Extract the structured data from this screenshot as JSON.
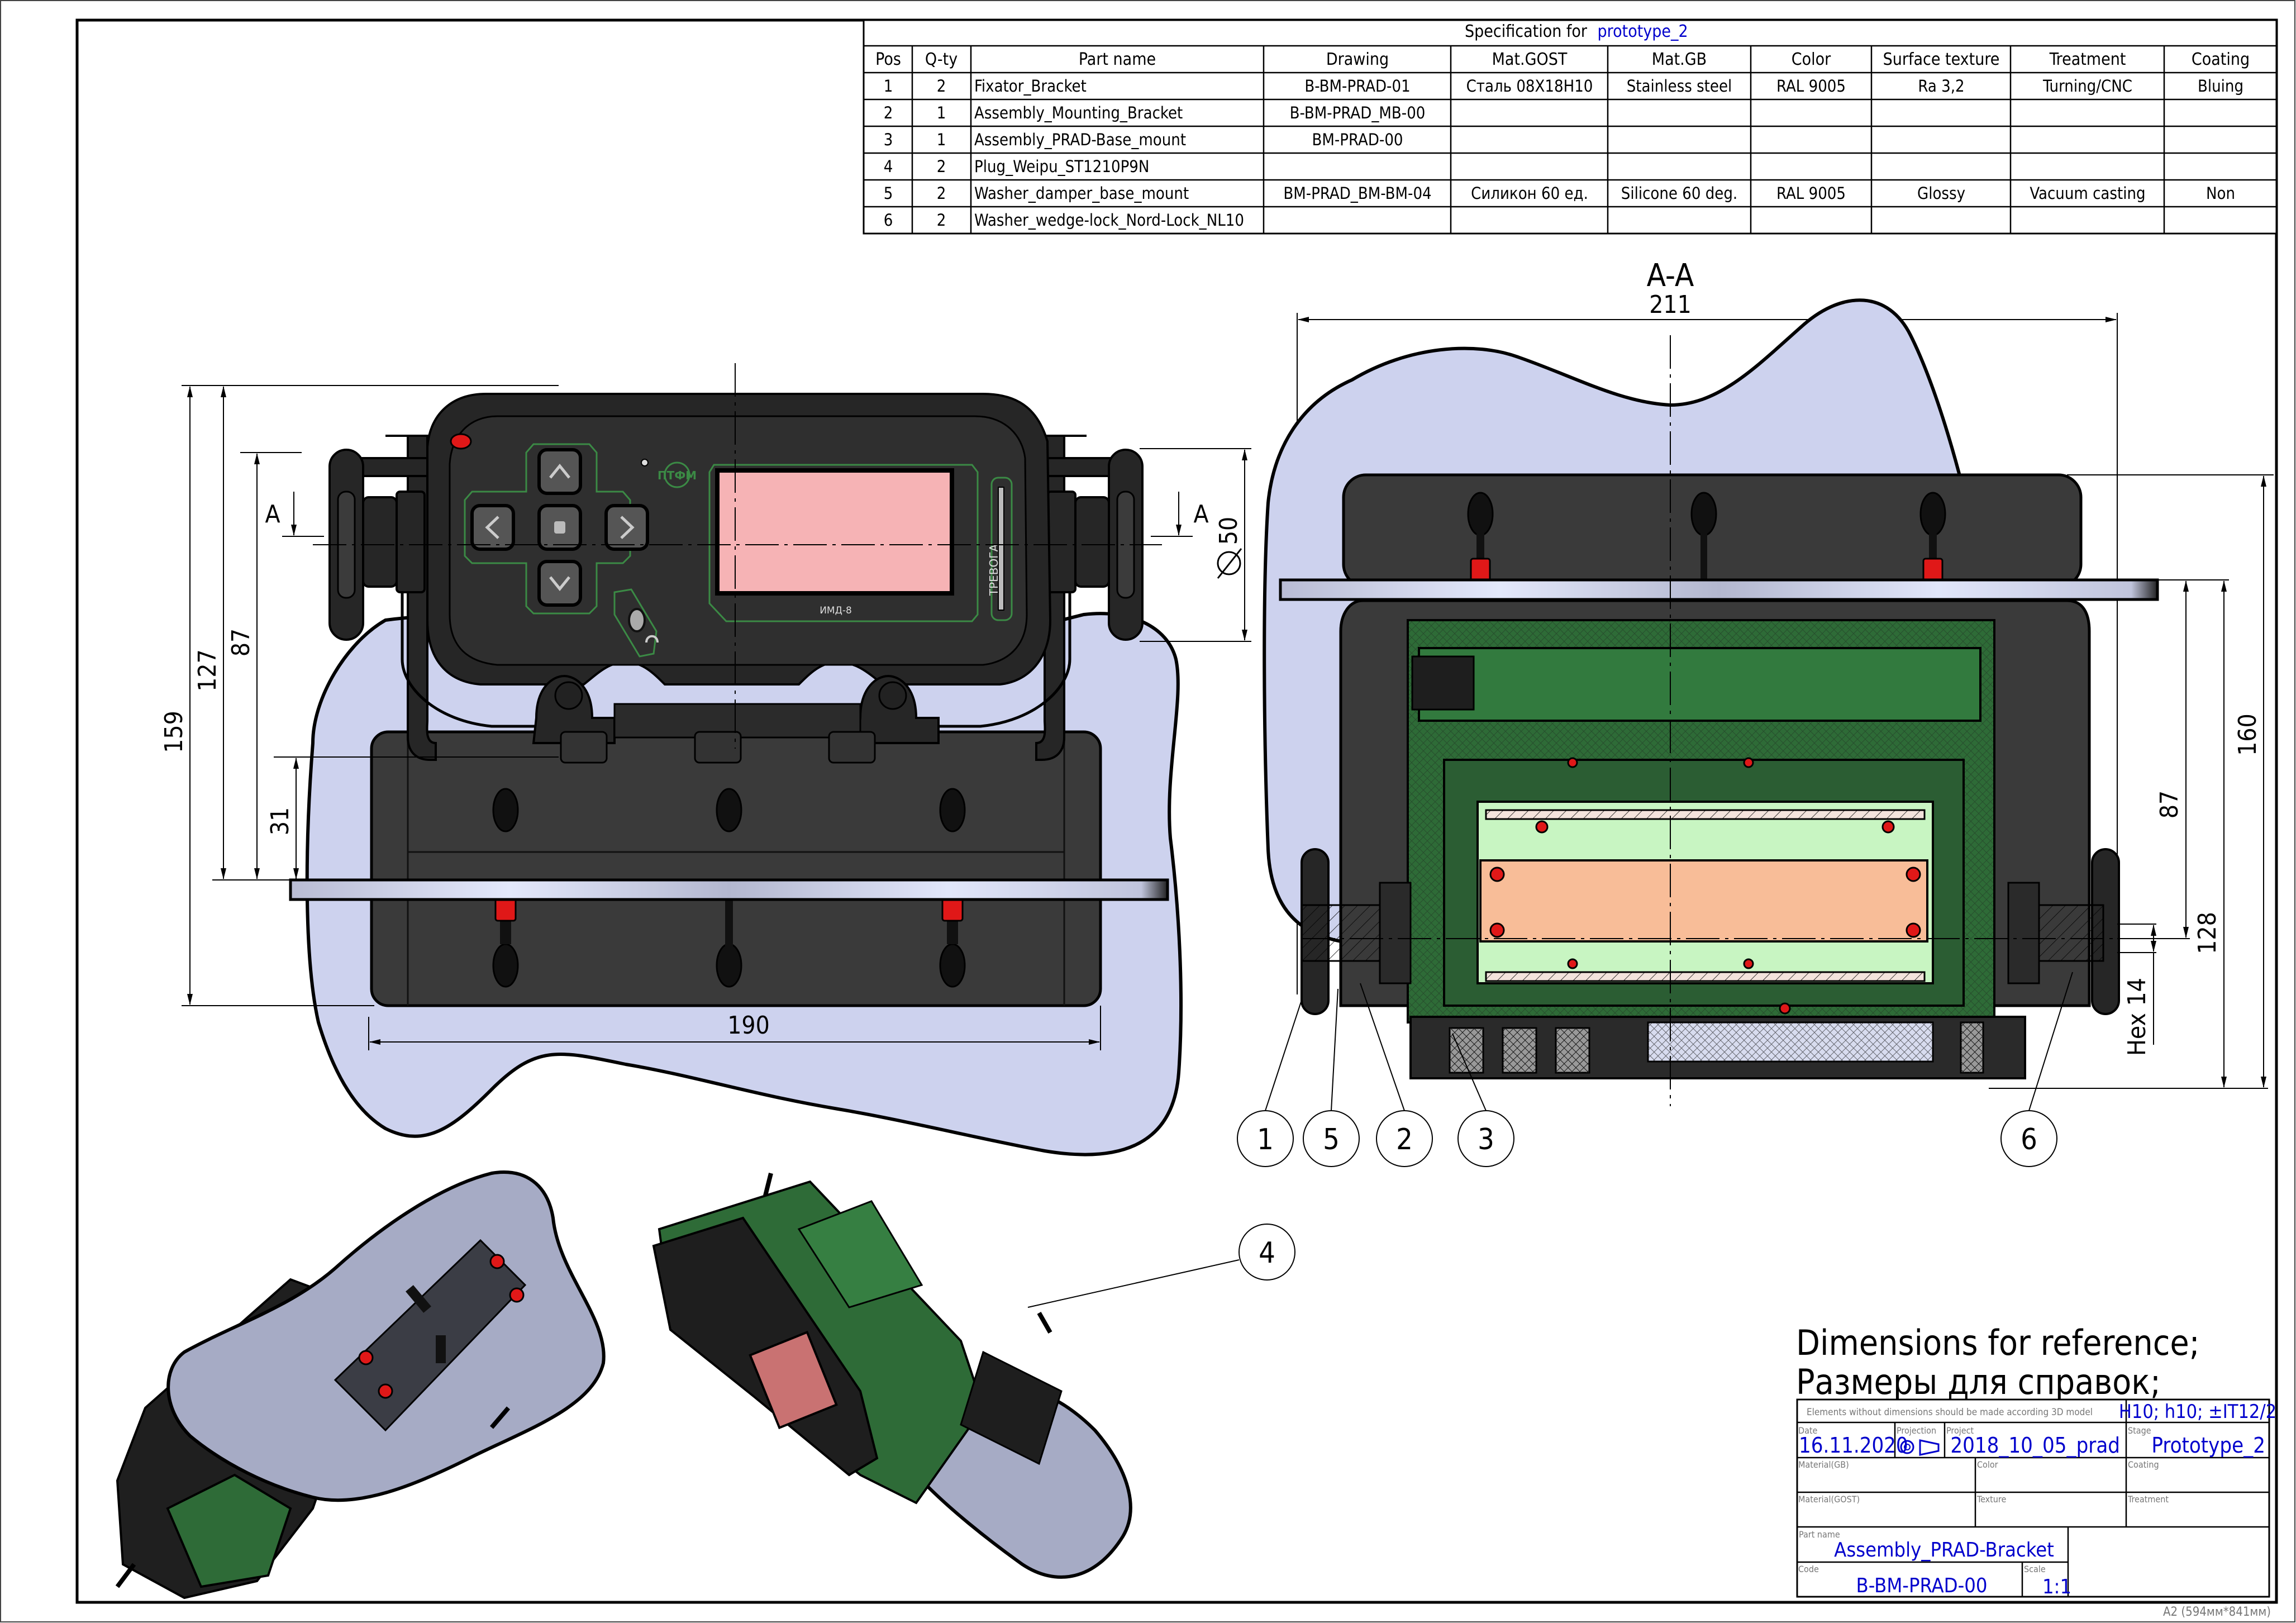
{
  "sheet": {
    "format_label": "A2 (594мм*841мм)"
  },
  "specification": {
    "title_prefix": "Specification for",
    "title_name": "prototype_2",
    "headers": [
      "Pos",
      "Q-ty",
      "Part name",
      "Drawing",
      "Mat.GOST",
      "Mat.GB",
      "Color",
      "Surface texture",
      "Treatment",
      "Coating"
    ],
    "rows": [
      {
        "pos": "1",
        "qty": "2",
        "part": "Fixator_Bracket",
        "drawing": "B-BM-PRAD-01",
        "mat_gost": "Сталь 08X18H10",
        "mat_gb": "Stainless steel",
        "color": "RAL 9005",
        "texture": "Ra 3,2",
        "treatment": "Turning/CNC",
        "coating": "Bluing"
      },
      {
        "pos": "2",
        "qty": "1",
        "part": "Assembly_Mounting_Bracket",
        "drawing": "B-BM-PRAD_MB-00",
        "mat_gost": "",
        "mat_gb": "",
        "color": "",
        "texture": "",
        "treatment": "",
        "coating": ""
      },
      {
        "pos": "3",
        "qty": "1",
        "part": "Assembly_PRAD-Base_mount",
        "drawing": "BM-PRAD-00",
        "mat_gost": "",
        "mat_gb": "",
        "color": "",
        "texture": "",
        "treatment": "",
        "coating": ""
      },
      {
        "pos": "4",
        "qty": "2",
        "part": "Plug_Weipu_ST1210P9N",
        "drawing": "",
        "mat_gost": "",
        "mat_gb": "",
        "color": "",
        "texture": "",
        "treatment": "",
        "coating": ""
      },
      {
        "pos": "5",
        "qty": "2",
        "part": "Washer_damper_base_mount",
        "drawing": "BM-PRAD_BM-BM-04",
        "mat_gost": "Силикон 60 ед.",
        "mat_gb": "Silicone 60 deg.",
        "color": "RAL 9005",
        "texture": "Glossy",
        "treatment": "Vacuum casting",
        "coating": "Non"
      },
      {
        "pos": "6",
        "qty": "2",
        "part": "Washer_wedge-lock_Nord-Lock_NL10",
        "drawing": "",
        "mat_gost": "",
        "mat_gb": "",
        "color": "",
        "texture": "",
        "treatment": "",
        "coating": ""
      }
    ]
  },
  "front_view": {
    "section_mark": "A",
    "dimensions": {
      "overall_height": "159",
      "height_127": "127",
      "height_87": "87",
      "height_31": "31",
      "width": "190",
      "knob_diameter": "50"
    },
    "device": {
      "logo": "ПТФМ",
      "model": "ИМД-8",
      "alarm_label": "ТРЕВОГА"
    }
  },
  "section_view": {
    "label": "A-A",
    "dimensions": {
      "width": "211",
      "height_160": "160",
      "height_87": "87",
      "height_128": "128",
      "hex": "Hex 14"
    }
  },
  "balloons": [
    "1",
    "5",
    "2",
    "3",
    "6",
    "4"
  ],
  "notes": {
    "line1": "Dimensions for reference;",
    "line2": "Размеры для справок;"
  },
  "title_block": {
    "general_note": "Elements without dimensions should be made according 3D model",
    "tolerances": "H10; h10; ±IT12/2",
    "date_label": "Date",
    "date": "16.11.2020",
    "projection_label": "Projection",
    "project_label": "Project",
    "project": "2018_10_05_prad",
    "stage_label": "Stage",
    "stage": "Prototype_2",
    "material_gb_label": "Material(GB)",
    "material_gb": "",
    "color_label": "Color",
    "color": "",
    "coating_label": "Coating",
    "coating": "",
    "material_gost_label": "Material(GOST)",
    "material_gost": "",
    "texture_label": "Texture",
    "texture": "",
    "treatment_label": "Treatment",
    "treatment": "",
    "part_name_label": "Part name",
    "part_name": "Assembly_PRAD-Bracket",
    "code_label": "Code",
    "code": "B-BM-PRAD-00",
    "scale_label": "Scale",
    "scale": "1:1"
  },
  "colors": {
    "annotation_blue": "#0000cc",
    "blob_fill": "#cdd2ee",
    "housing_green": "#2e6b37",
    "screen_pink": "#f6b3b5",
    "fastener_red": "#e01818"
  }
}
